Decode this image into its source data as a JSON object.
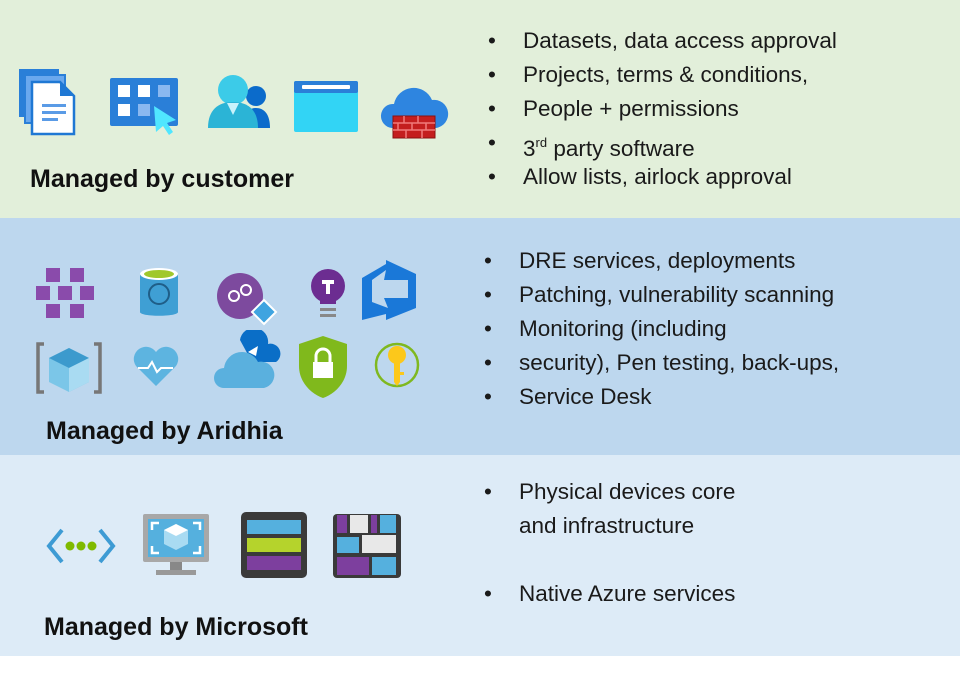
{
  "sections": {
    "customer": {
      "title": "Managed by customer",
      "items": [
        "Datasets, data access approval",
        "Projects, terms & conditions,",
        "People + permissions",
        "3rd party software",
        "Allow lists, airlock approval"
      ],
      "third_party": {
        "num": "3",
        "sup": "rd",
        "rest": " party software"
      },
      "icons": [
        "documents-icon",
        "dashboard-icon",
        "users-icon",
        "window-icon",
        "cloud-firewall-icon"
      ]
    },
    "aridhia": {
      "title": "Managed by Aridhia",
      "items": [
        "DRE services, deployments",
        "Patching, vulnerability scanning",
        "Monitoring (including",
        "security), Pen testing, back-ups,",
        "Service Desk"
      ],
      "icons": [
        "kubernetes-icon",
        "postgresql-icon",
        "identity-groups-icon",
        "insights-bulb-icon",
        "azure-devops-icon",
        "container-icon",
        "health-monitor-icon",
        "cloud-backup-icon",
        "security-shield-icon",
        "key-vault-icon"
      ]
    },
    "microsoft": {
      "title": "Managed by Microsoft",
      "items": [
        "Physical devices core",
        "and infrastructure",
        "Native Azure services"
      ],
      "icons": [
        "virtual-network-icon",
        "virtual-machine-icon",
        "storage-icon",
        "blob-storage-icon"
      ]
    }
  },
  "colors": {
    "customer_bg": "#e2efda",
    "aridhia_bg": "#bdd7ee",
    "microsoft_bg": "#ddebf7"
  }
}
